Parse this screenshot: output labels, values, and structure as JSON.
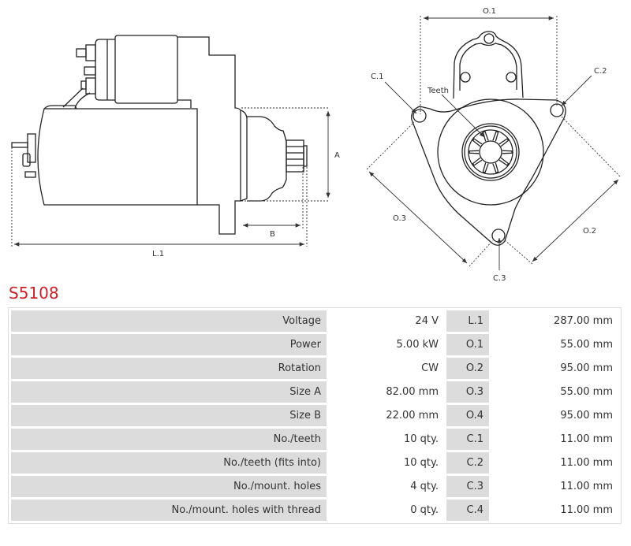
{
  "product": {
    "code": "S5108"
  },
  "drawing": {
    "side_labels": {
      "a": "A",
      "b": "B",
      "l1": "L.1"
    },
    "front_labels": {
      "o1": "O.1",
      "o2": "O.2",
      "o3": "O.3",
      "c1": "C.1",
      "c2": "C.2",
      "c3": "C.3",
      "teeth": "Teeth"
    }
  },
  "specs": [
    {
      "label": "Voltage",
      "value": "24 V",
      "key": "L.1",
      "key_value": "287.00 mm"
    },
    {
      "label": "Power",
      "value": "5.00 kW",
      "key": "O.1",
      "key_value": "55.00 mm"
    },
    {
      "label": "Rotation",
      "value": "CW",
      "key": "O.2",
      "key_value": "95.00 mm"
    },
    {
      "label": "Size A",
      "value": "82.00 mm",
      "key": "O.3",
      "key_value": "55.00 mm"
    },
    {
      "label": "Size B",
      "value": "22.00 mm",
      "key": "O.4",
      "key_value": "95.00 mm"
    },
    {
      "label": "No./teeth",
      "value": "10 qty.",
      "key": "C.1",
      "key_value": "11.00 mm"
    },
    {
      "label": "No./teeth (fits into)",
      "value": "10 qty.",
      "key": "C.2",
      "key_value": "11.00 mm"
    },
    {
      "label": "No./mount. holes",
      "value": "4 qty.",
      "key": "C.3",
      "key_value": "11.00 mm"
    },
    {
      "label": "No./mount. holes with thread",
      "value": "0 qty.",
      "key": "C.4",
      "key_value": "11.00 mm"
    }
  ],
  "colors": {
    "title": "#cc1f24",
    "label_bg": "#dcdcdc",
    "border": "#dddddd"
  }
}
